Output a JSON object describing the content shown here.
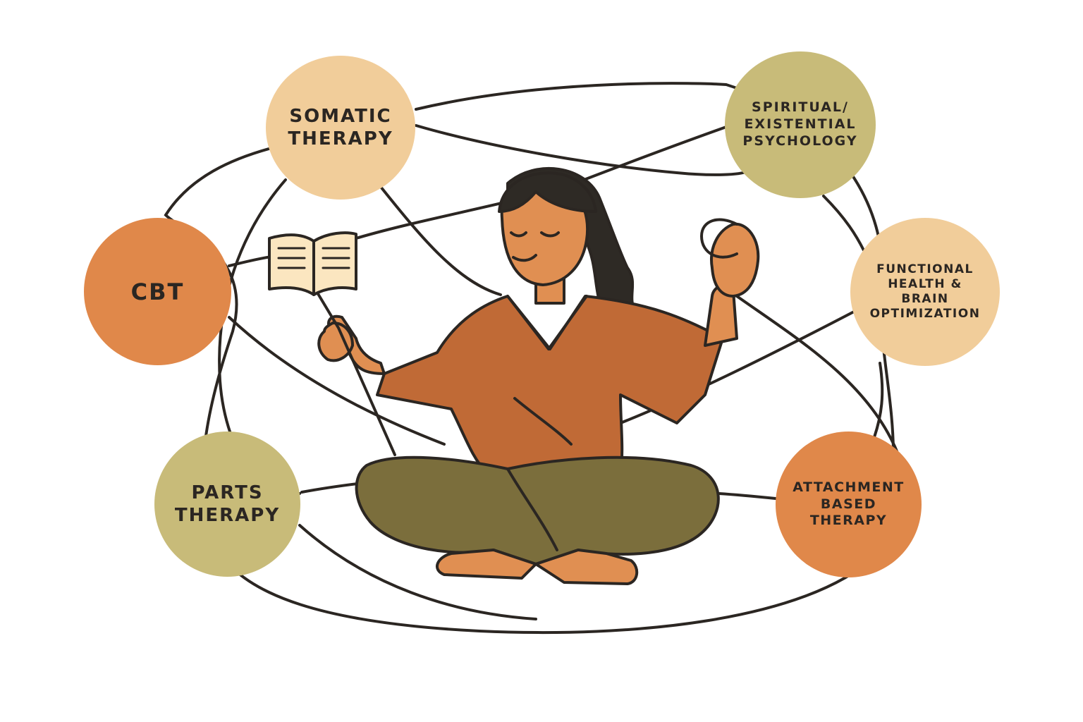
{
  "diagram": {
    "nodes": [
      {
        "id": "somatic",
        "label": "SOMATIC\nTHERAPY",
        "color": "#f1cd9a"
      },
      {
        "id": "spiritual",
        "label": "SPIRITUAL/\nEXISTENTIAL\nPSYCHOLOGY",
        "color": "#c8bb79"
      },
      {
        "id": "cbt",
        "label": "CBT",
        "color": "#e0884a"
      },
      {
        "id": "functional",
        "label": "FUNCTIONAL\nHEALTH &\nBRAIN\nOPTIMIZATION",
        "color": "#f1cd9a"
      },
      {
        "id": "parts",
        "label": "PARTS\nTHERAPY",
        "color": "#c8bb79"
      },
      {
        "id": "attachment",
        "label": "ATTACHMENT\nBASED\nTHERAPY",
        "color": "#e0884a"
      }
    ],
    "figure": {
      "subject": "woman-meditating-cross-legged",
      "props": [
        "open-book",
        "thread-loop"
      ],
      "colors": {
        "skin": "#e08f52",
        "top": "#c06a36",
        "pants": "#7b6e3c",
        "hair": "#2e2a25",
        "book": "#fbe6c0",
        "line": "#2b2622"
      }
    }
  }
}
